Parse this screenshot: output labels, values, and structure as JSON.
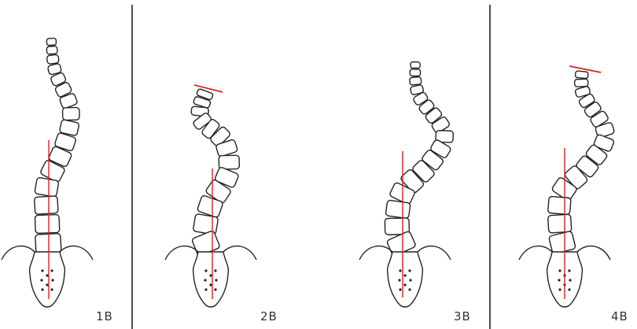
{
  "colors": {
    "outline": "#222222",
    "reference_line": "#e02020",
    "divider": "#111111",
    "background": "#ffffff"
  },
  "panels": [
    {
      "label": "1B"
    },
    {
      "label": "2B"
    },
    {
      "label": "3B"
    },
    {
      "label": "4B"
    }
  ]
}
